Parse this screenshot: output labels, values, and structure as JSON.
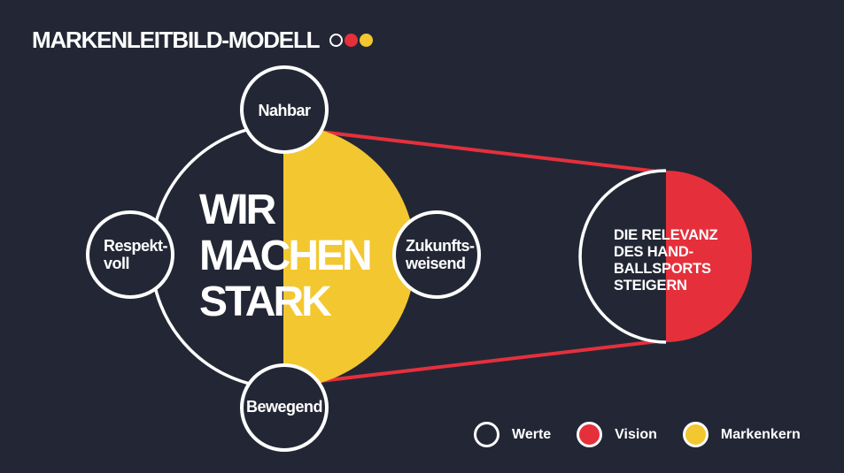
{
  "colors": {
    "background": "#232735",
    "yellow": "#F3C72F",
    "red": "#E5303C",
    "white": "#FFFFFF"
  },
  "title": {
    "text": "MARKENLEITBILD-MODELL",
    "dots": [
      "outline",
      "red",
      "yellow"
    ]
  },
  "model": {
    "core": {
      "lines": [
        "WIR",
        "MACHEN",
        "STARK"
      ],
      "type": "Markenkern"
    },
    "values": [
      {
        "id": "nahbar",
        "lines": [
          "Nahbar"
        ]
      },
      {
        "id": "respektvoll",
        "lines": [
          "Respekt-",
          "voll"
        ]
      },
      {
        "id": "zukunftsweisend",
        "lines": [
          "Zukunfts-",
          "weisend"
        ]
      },
      {
        "id": "bewegend",
        "lines": [
          "Bewegend"
        ]
      }
    ],
    "vision": {
      "lines": [
        "DIE RELEVANZ",
        "DES HAND-",
        "BALLSPORTS",
        "STEIGERN"
      ],
      "type": "Vision"
    }
  },
  "legend": [
    {
      "label": "Werte",
      "swatch": "outline"
    },
    {
      "label": "Vision",
      "swatch": "red"
    },
    {
      "label": "Markenkern",
      "swatch": "yellow"
    }
  ]
}
